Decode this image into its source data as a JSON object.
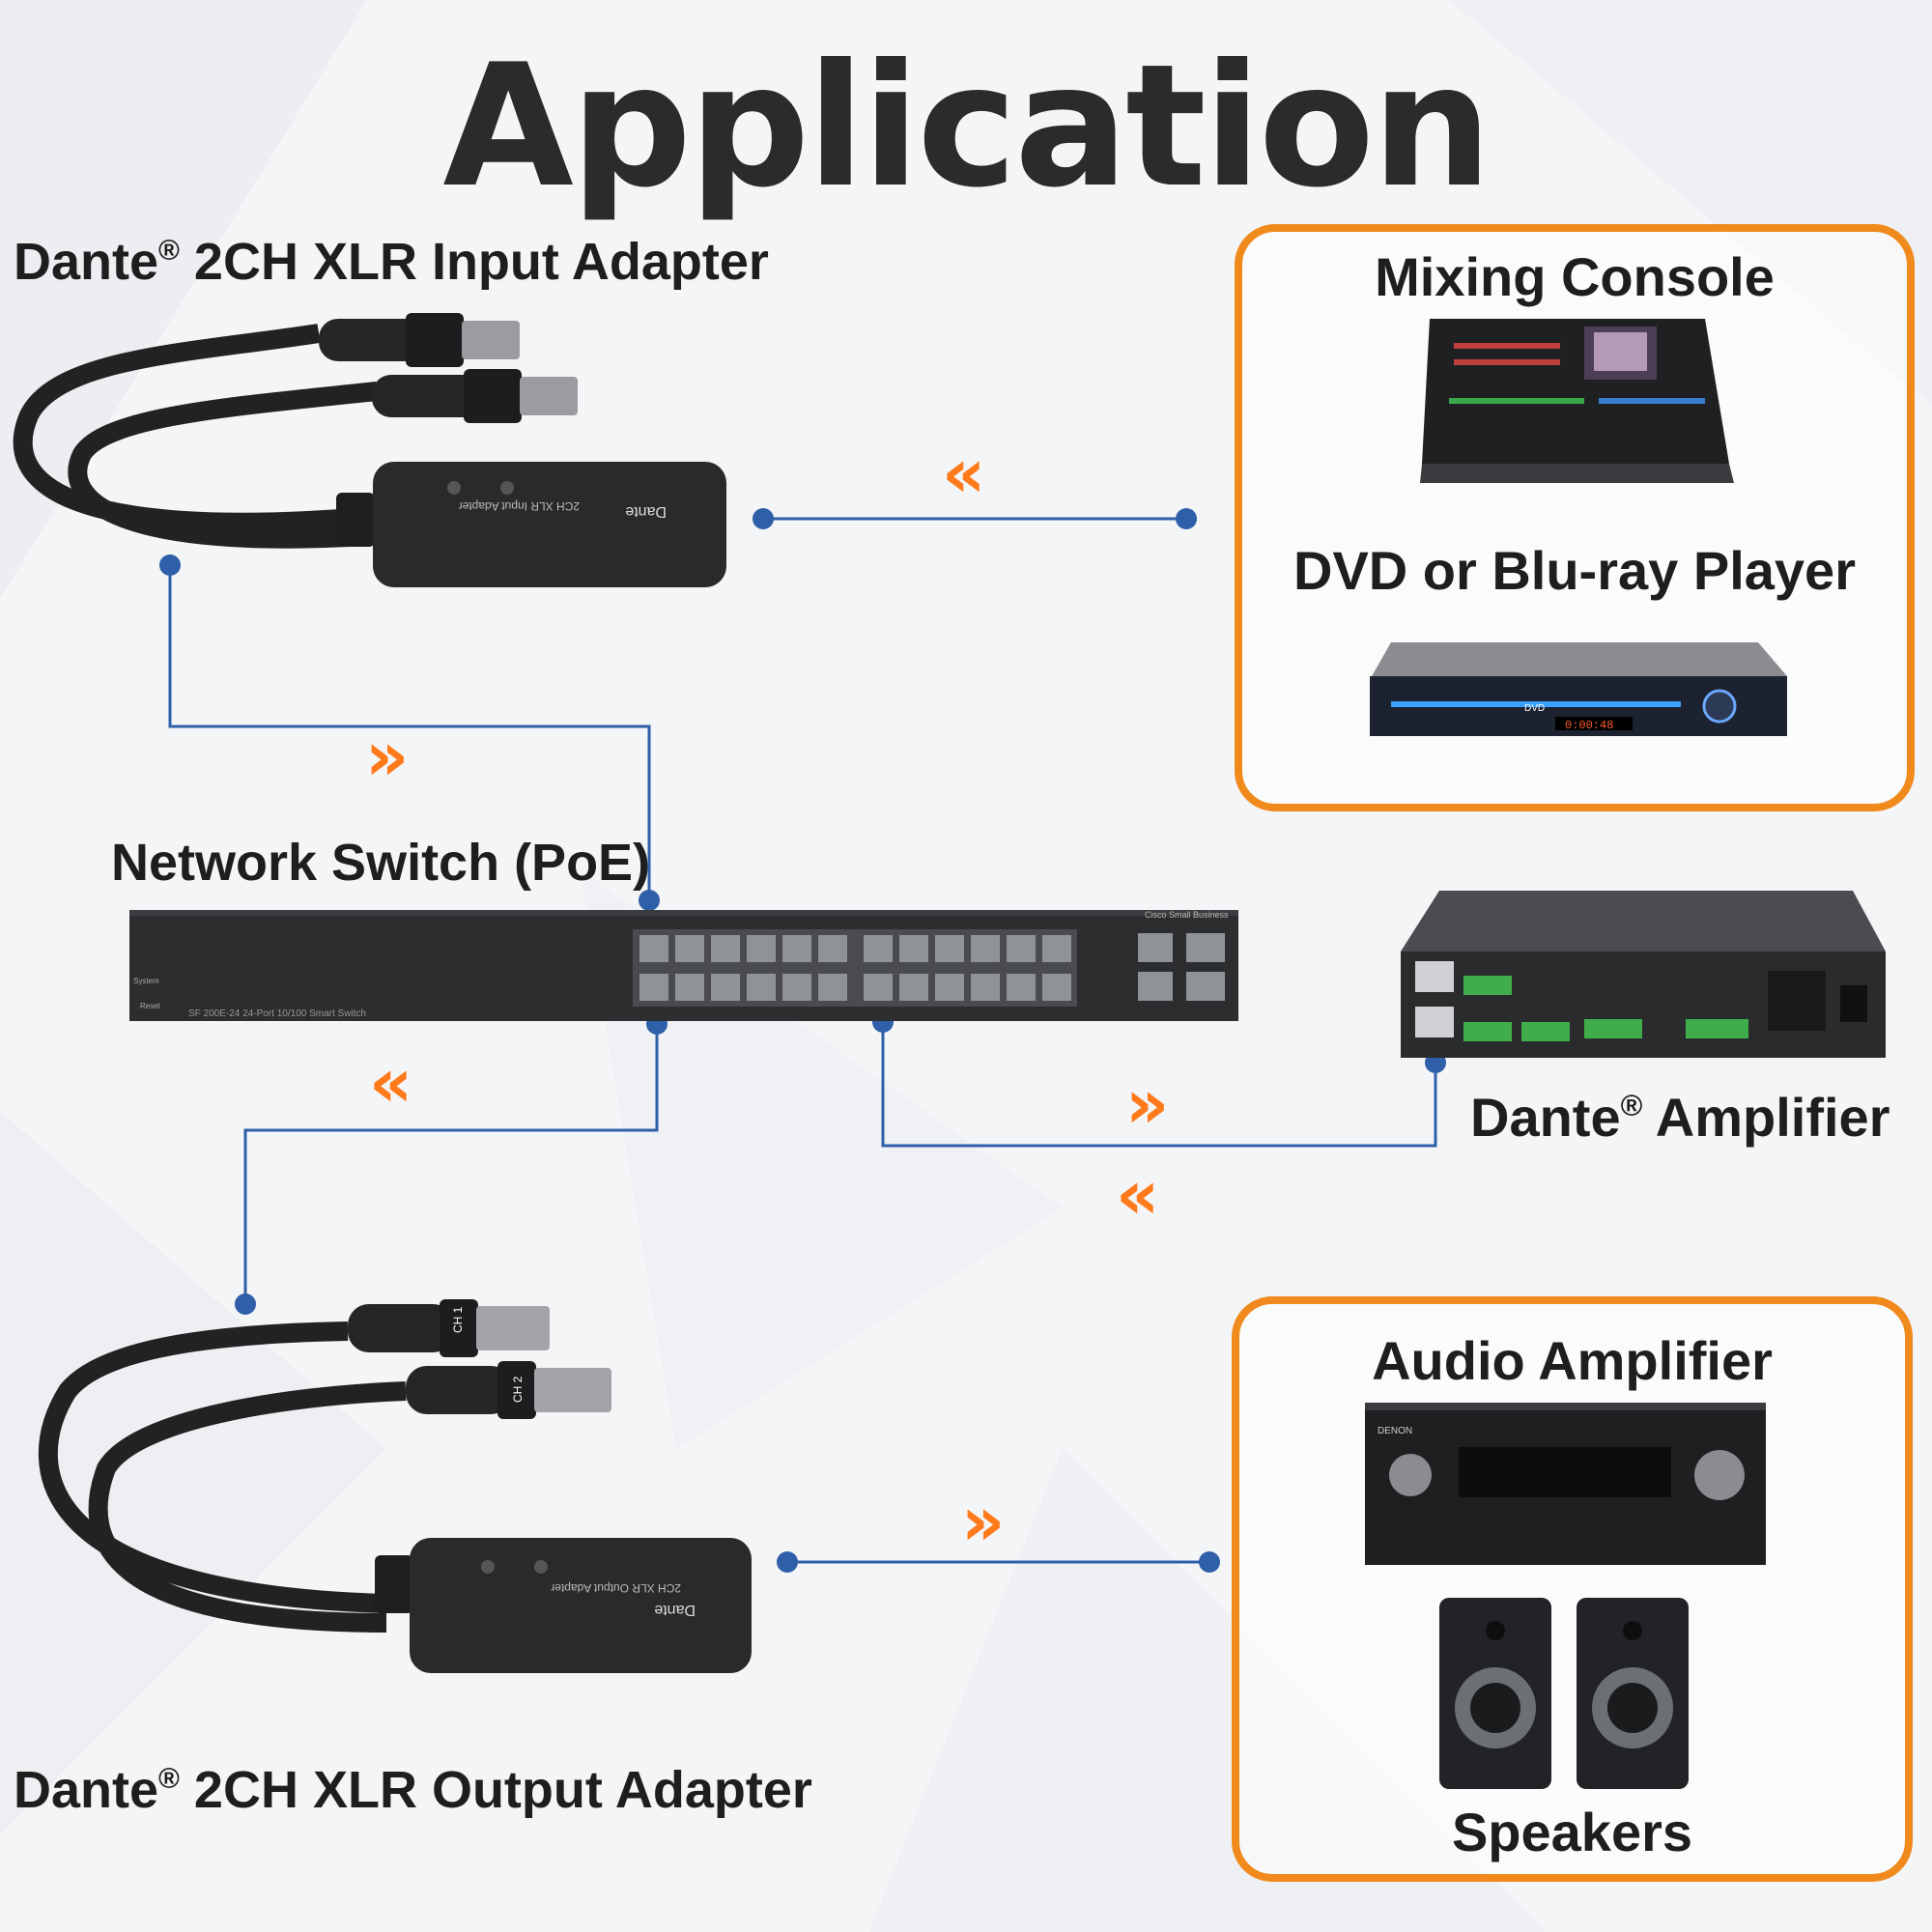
{
  "title": "Application",
  "labels": {
    "input_adapter_brand": "Dante",
    "input_adapter_rest": " 2CH XLR Input Adapter",
    "output_adapter_brand": "Dante",
    "output_adapter_rest": " 2CH XLR Output Adapter",
    "reg_mark": "®",
    "network_switch": "Network Switch (PoE)",
    "amplifier_brand": "Dante",
    "amplifier_rest": " Amplifier",
    "mixing_console": "Mixing Console",
    "dvd_player": "DVD or Blu-ray Player",
    "audio_amplifier": "Audio Amplifier",
    "speakers": "Speakers"
  },
  "device_text": {
    "input_adapter_body": "2CH XLR Input Adapter",
    "output_adapter_body": "2CH XLR Output Adapter",
    "dante_logo": "Dante",
    "ch1": "CH 1",
    "ch2": "CH 2",
    "switch_model": "SF 200E-24   24-Port 10/100 Smart Switch",
    "switch_brand": "Cisco Small Business",
    "switch_system": "System",
    "switch_reset": "Reset",
    "amp_brand": "DENON",
    "dvd_logo": "DVD",
    "dvd_time": "0:00:48"
  },
  "arrows": {
    "left": "«",
    "right": "»"
  },
  "colors": {
    "line": "#2f5fa8",
    "accent": "#f08a1c",
    "device_dark": "#2a2a2c"
  }
}
